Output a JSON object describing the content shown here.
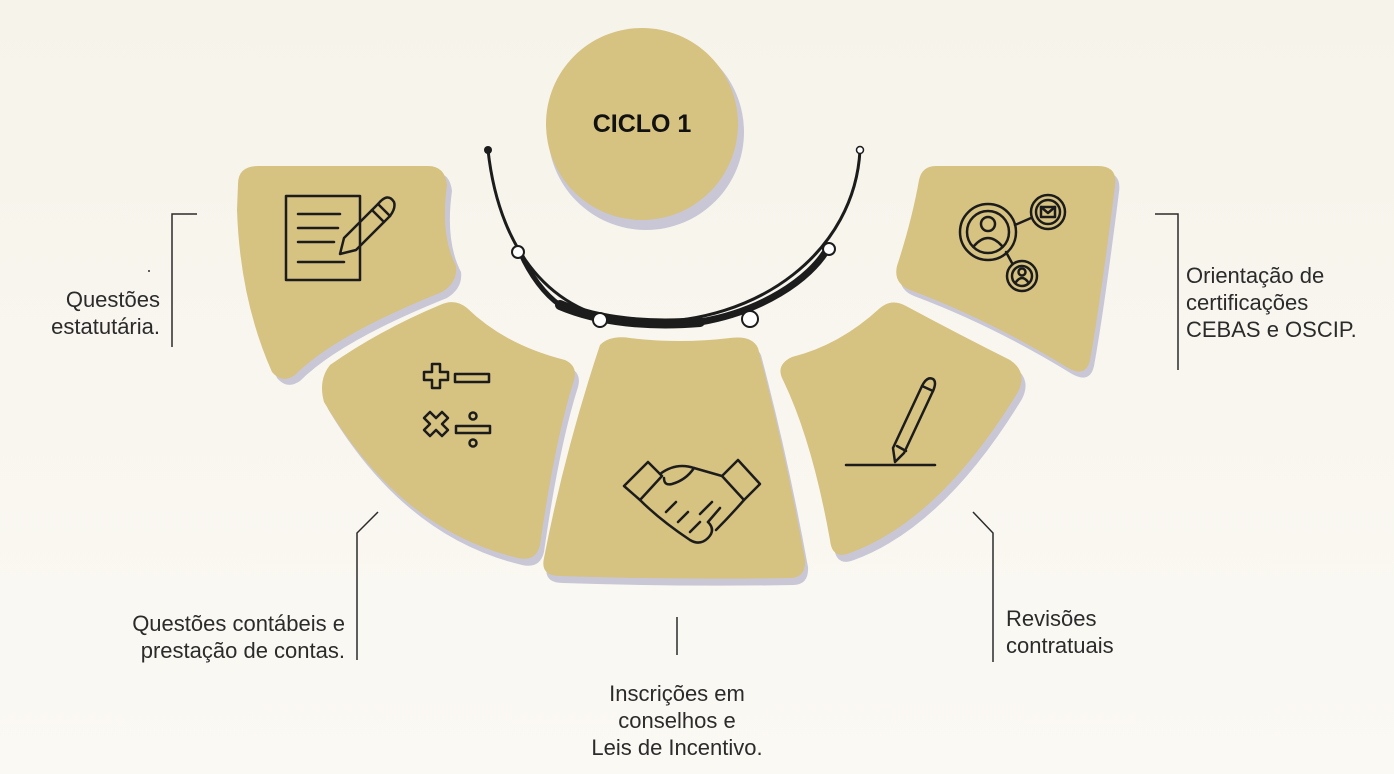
{
  "center": {
    "title": "CICLO 1"
  },
  "services": [
    {
      "lines": [
        "Questões",
        "estatutária."
      ],
      "icon": "document-pen-icon"
    },
    {
      "lines": [
        "Questões contábeis e",
        "prestação de contas."
      ],
      "icon": "math-operators-icon"
    },
    {
      "lines": [
        "Inscrições em",
        "conselhos e",
        "Leis de Incentivo."
      ],
      "icon": "handshake-icon"
    },
    {
      "lines": [
        "Revisões",
        "contratuais"
      ],
      "icon": "pencil-signature-icon"
    },
    {
      "lines": [
        "Orientação de",
        "certificações",
        "CEBAS e OSCIP."
      ],
      "icon": "network-users-icon"
    }
  ],
  "colors": {
    "tile": "#d6c281",
    "tile_shadow": "#c9c7d6",
    "icon": "#1c1c1c",
    "text": "#2b2b2b",
    "background": "#f6f3ea"
  }
}
